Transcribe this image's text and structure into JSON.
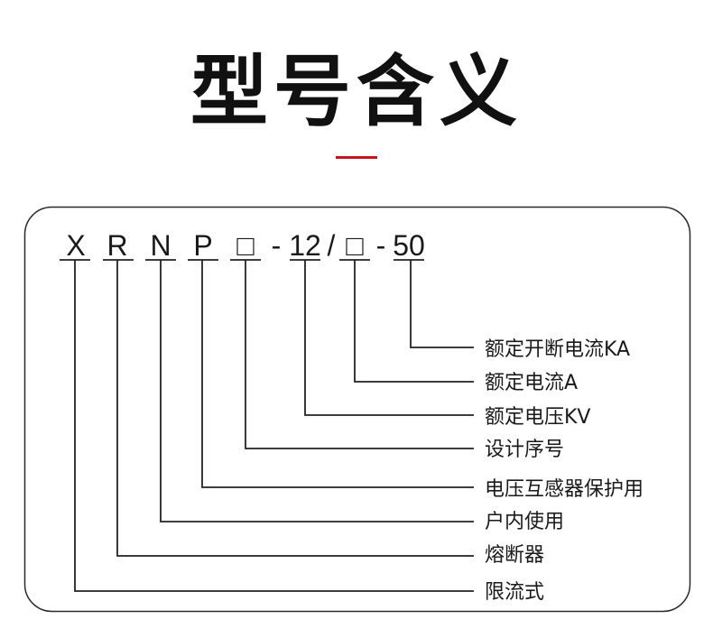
{
  "title": "型号含义",
  "accent_color": "#c8151d",
  "fields": [
    {
      "code": "X",
      "meaning": "限流式"
    },
    {
      "code": "R",
      "meaning": "熔断器"
    },
    {
      "code": "N",
      "meaning": "户内使用"
    },
    {
      "code": "P",
      "meaning": "电压互感器保护用"
    },
    {
      "code": "□",
      "meaning": "设计序号"
    },
    {
      "code": "12",
      "meaning": "额定电压KV"
    },
    {
      "code": "□",
      "meaning": "额定电流A"
    },
    {
      "code": "50",
      "meaning": "额定开断电流KA"
    }
  ],
  "separators": [
    "-",
    "/",
    "-"
  ]
}
